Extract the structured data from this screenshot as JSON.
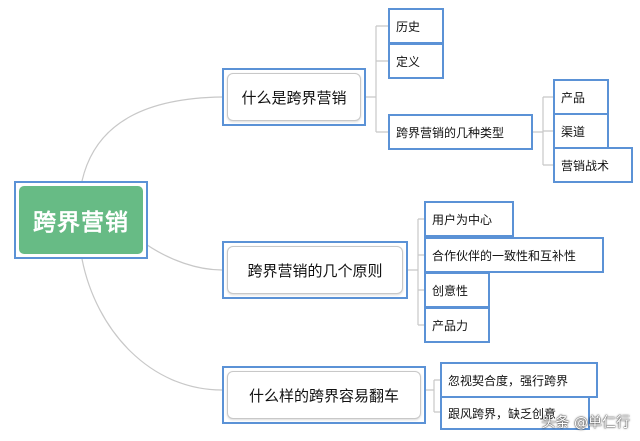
{
  "root": {
    "label": "跨界营销"
  },
  "branches": [
    {
      "label": "什么是跨界营销",
      "children": [
        "历史",
        "定义",
        "跨界营销的几种类型"
      ],
      "sub": [
        "产品",
        "渠道",
        "营销战术"
      ]
    },
    {
      "label": "跨界营销的几个原则",
      "children": [
        "用户为中心",
        "合作伙伴的一致性和互补性",
        "创意性",
        "产品力"
      ]
    },
    {
      "label": "什么样的跨界容易翻车",
      "children": [
        "忽视契合度，强行跨界",
        "跟风跨界，缺乏创意"
      ]
    }
  ],
  "watermark": "头条 @单仁行",
  "colors": {
    "root_fill": "#67bb85",
    "frame": "#5b92d6",
    "connector": "#c8c8c8"
  }
}
